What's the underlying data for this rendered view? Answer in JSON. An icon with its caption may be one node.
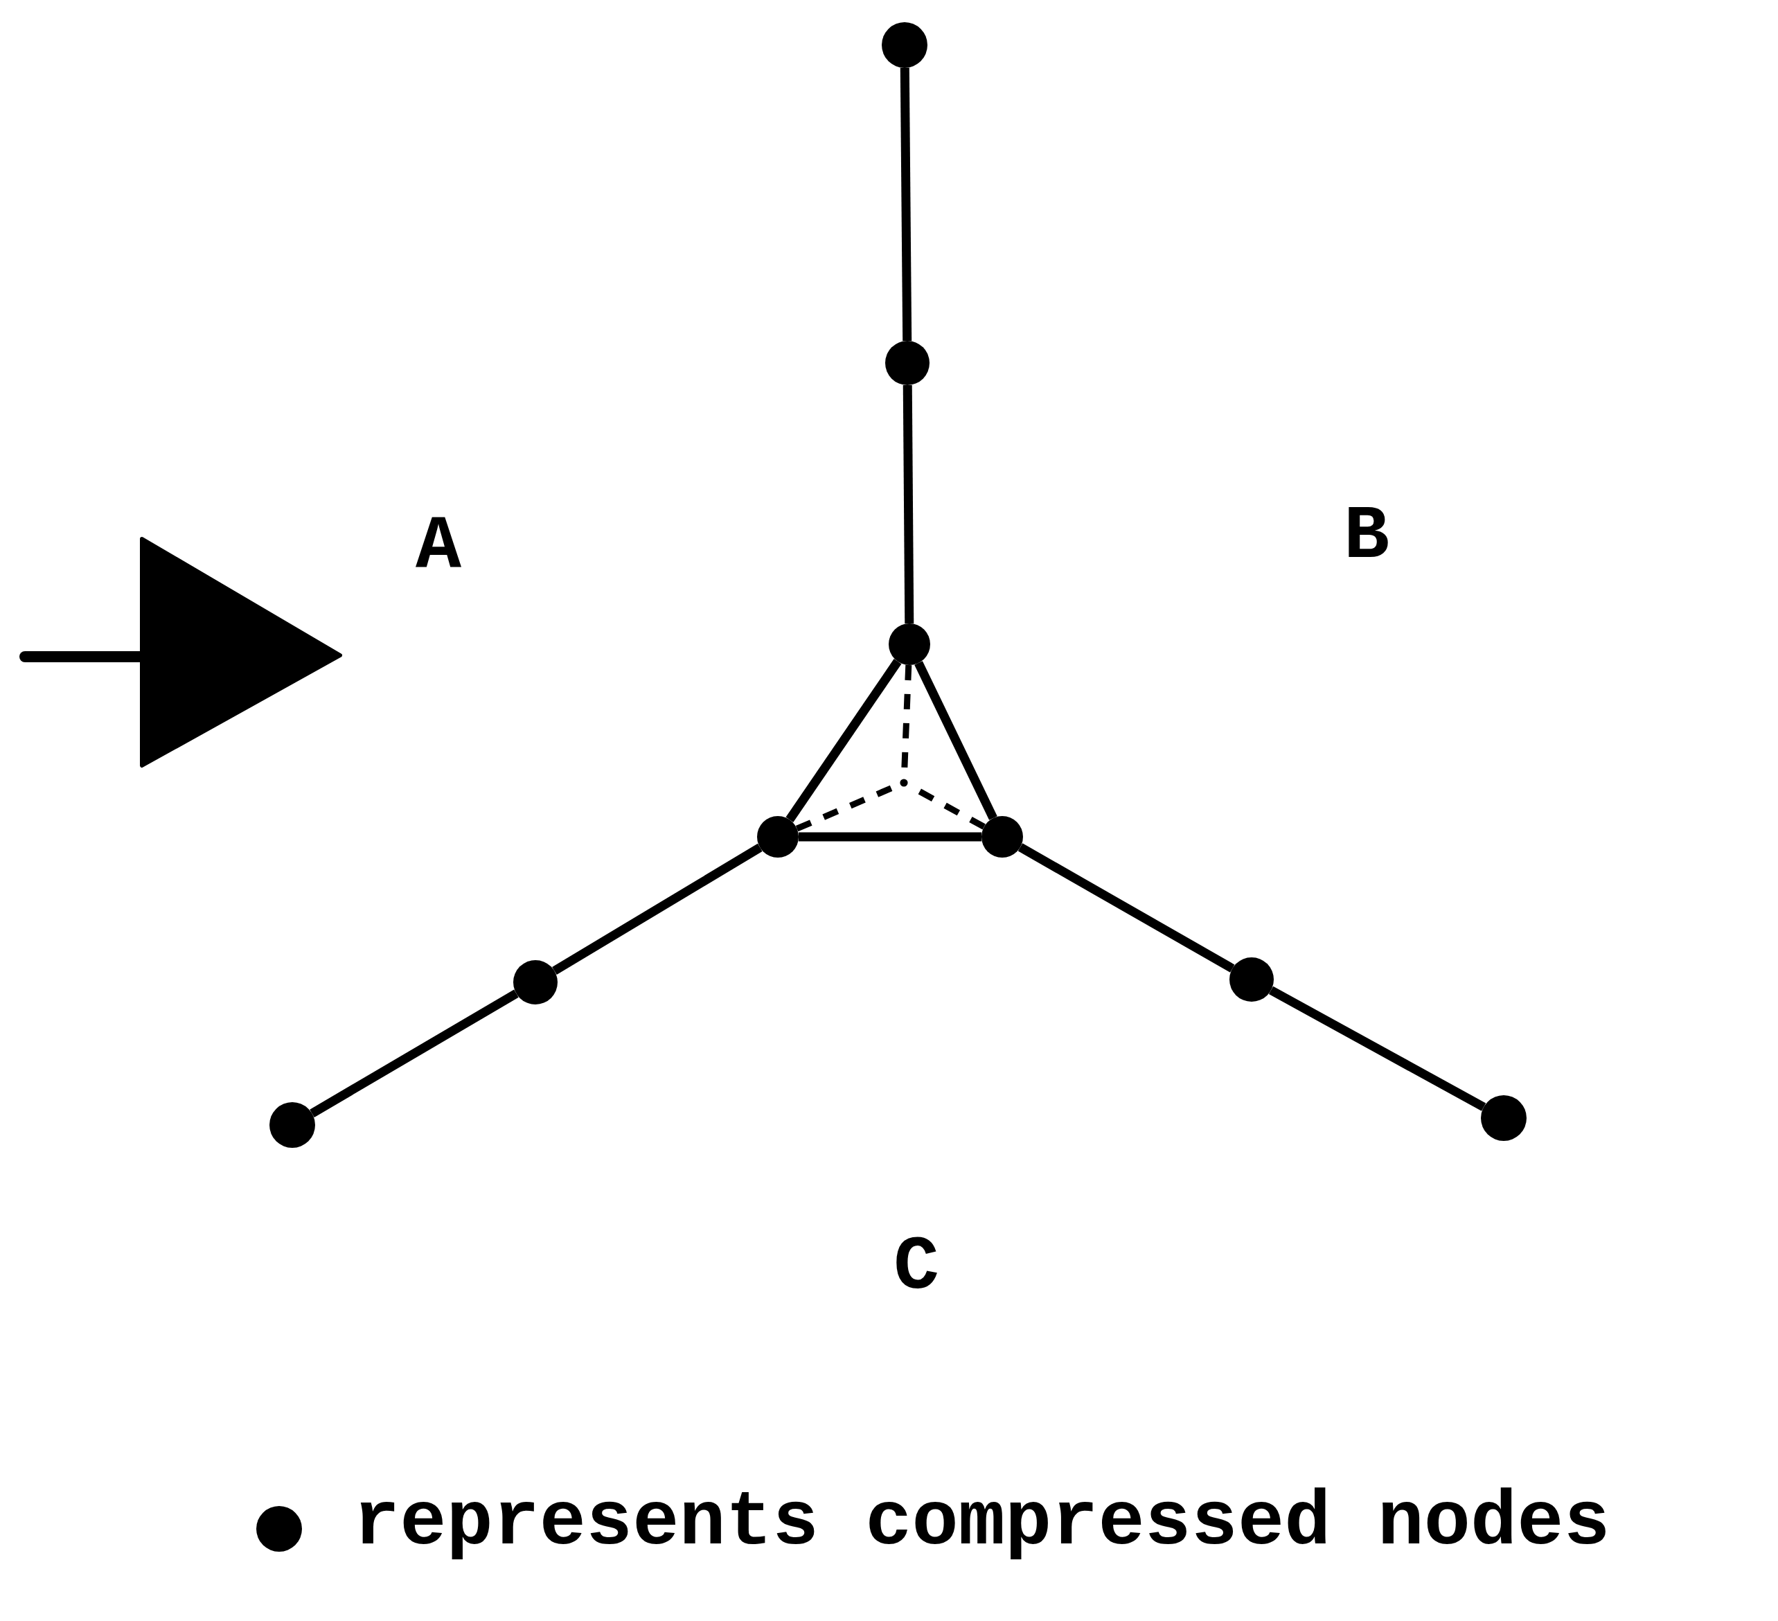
{
  "diagram": {
    "nodes": [
      {
        "text": [],
        "shape": "circle"
      },
      {
        "text": [],
        "shape": "circle"
      },
      {
        "text": [],
        "shape": "circle"
      },
      {
        "text": [],
        "shape": "circle"
      },
      {
        "text": [],
        "shape": "circle"
      },
      {
        "text": [],
        "shape": "circle"
      },
      {
        "text": [],
        "shape": "circle"
      },
      {
        "text": [],
        "shape": "circle"
      },
      {
        "text": [],
        "shape": "circle"
      },
      {
        "text": [],
        "shape": "point"
      }
    ],
    "edges": [
      {
        "from": 0,
        "to": 1,
        "arrow": "none"
      },
      {
        "from": 1,
        "to": 2,
        "arrow": "none"
      },
      {
        "from": 2,
        "to": 3,
        "arrow": "none"
      },
      {
        "from": 2,
        "to": 4,
        "arrow": "none"
      },
      {
        "from": 3,
        "to": 4,
        "arrow": "none"
      },
      {
        "from": 3,
        "to": 5,
        "arrow": "none"
      },
      {
        "from": 5,
        "to": 6,
        "arrow": "none"
      },
      {
        "from": 4,
        "to": 7,
        "arrow": "none"
      },
      {
        "from": 7,
        "to": 8,
        "arrow": "none"
      },
      {
        "from": 2,
        "to": 9,
        "arrow": "none",
        "style": "dashed"
      },
      {
        "from": 3,
        "to": 9,
        "arrow": "none",
        "style": "dashed"
      },
      {
        "from": 4,
        "to": 9,
        "arrow": "none",
        "style": "dashed"
      }
    ],
    "labels": [
      "A",
      "B",
      "C"
    ],
    "legend": [
      {
        "text": "represents compressed nodes"
      }
    ]
  }
}
